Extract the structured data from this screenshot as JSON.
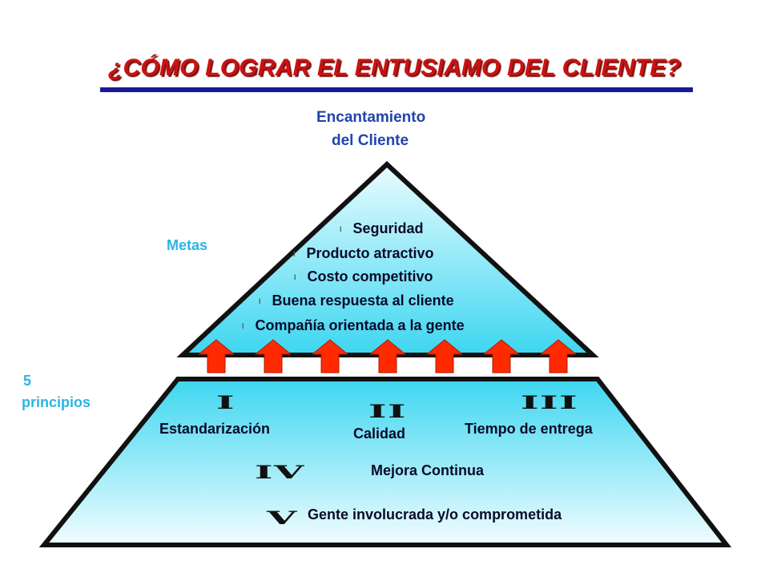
{
  "title": "¿CÓMO LOGRAR EL ENTUSIAMO  DEL CLIENTE?",
  "apex": {
    "line1": "Encantamiento",
    "line2": "del Cliente"
  },
  "metas_label": "Metas",
  "principles_label": {
    "line1": "5",
    "line2": "principios"
  },
  "goals": [
    "Seguridad",
    "Producto atractivo",
    "Costo competitivo",
    "Buena respuesta al cliente",
    "Compañía orientada a la gente"
  ],
  "bullet_glyph": "l",
  "principles": [
    {
      "numeral": "I",
      "name": "Estandarización"
    },
    {
      "numeral": "II",
      "name": "Calidad"
    },
    {
      "numeral": "III",
      "name": "Tiempo de entrega"
    },
    {
      "numeral": "IV",
      "name": "Mejora Continua"
    },
    {
      "numeral": "V",
      "name": "Gente involucrada y/o comprometida"
    }
  ],
  "colors": {
    "title": "#cc1111",
    "rule": "#1a1a96",
    "fill_light": "#e8fbff",
    "fill_mid": "#3fd8f2",
    "arrow": "#ff2a00",
    "label_blue": "#2bb3e6"
  }
}
